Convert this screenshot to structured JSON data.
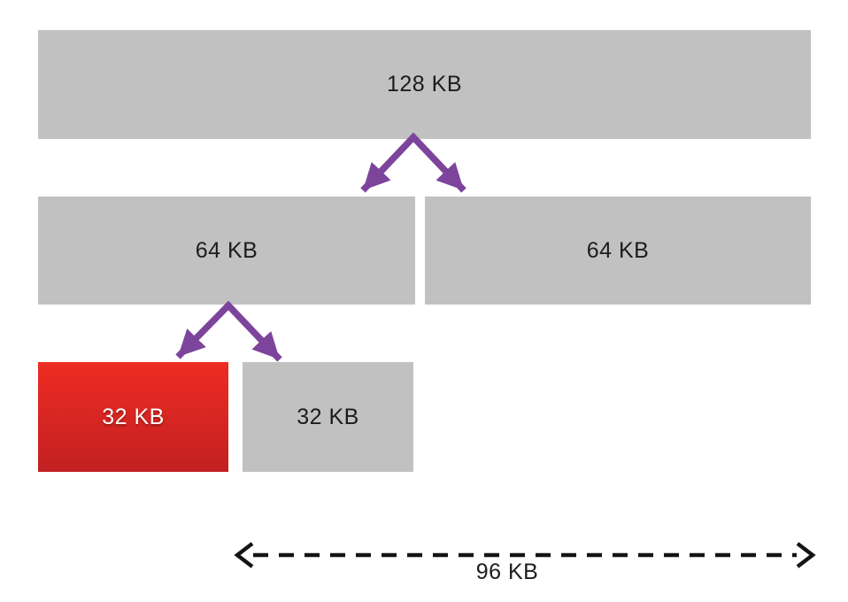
{
  "colors": {
    "canvas_bg": "#ffffff",
    "block_gray": "#c1c1c1",
    "block_red_top": "#ee2c23",
    "block_red_bottom": "#c22021",
    "arrow_purple": "#7d449c",
    "label_dark": "#1c1c1c",
    "label_light": "#ffffff",
    "measure_arrow": "#141414"
  },
  "blocks": {
    "root": {
      "label": "128 KB",
      "highlighted": false
    },
    "left64": {
      "label": "64 KB",
      "highlighted": false
    },
    "right64": {
      "label": "64 KB",
      "highlighted": false
    },
    "alloc32": {
      "label": "32 KB",
      "highlighted": true
    },
    "free32": {
      "label": "32 KB",
      "highlighted": false
    }
  },
  "measure": {
    "label": "96 KB"
  }
}
